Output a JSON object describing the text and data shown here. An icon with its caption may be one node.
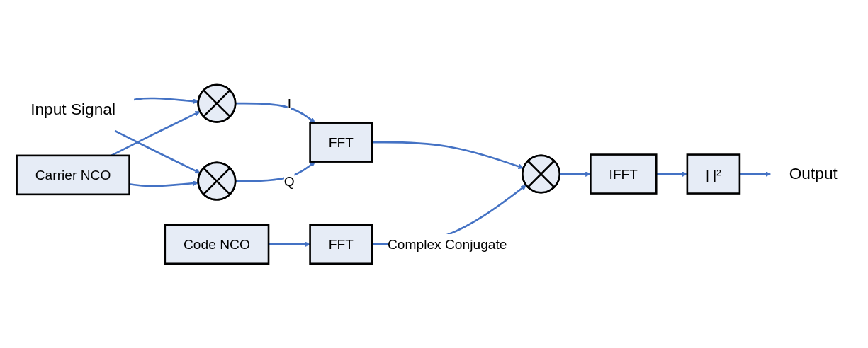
{
  "diagram": {
    "nodes": [
      {
        "text": [
          "Input Signal"
        ]
      },
      {
        "text": [],
        "shape": "circle"
      },
      {
        "text": [],
        "shape": "circle"
      },
      {
        "text": [
          "FFT"
        ]
      },
      {
        "text": [],
        "shape": "circle"
      },
      {
        "text": [
          "IFFT"
        ]
      },
      {
        "text": [
          "| |²"
        ]
      },
      {
        "text": [
          "Output"
        ]
      },
      {
        "text": [
          "FFT"
        ]
      },
      {
        "text": [
          "Carrier NCO"
        ]
      },
      {
        "text": [
          "Code NCO"
        ]
      }
    ],
    "edges": [
      {
        "from": 0,
        "to": 1,
        "arrow": "to"
      },
      {
        "from": 0,
        "to": 2,
        "arrow": "to"
      },
      {
        "from": 1,
        "to": 3,
        "label": "I",
        "arrow": "to"
      },
      {
        "from": 2,
        "to": 3,
        "label": "Q",
        "arrow": "to"
      },
      {
        "from": 9,
        "to": 1,
        "arrow": "to"
      },
      {
        "from": 9,
        "to": 2,
        "arrow": "to"
      },
      {
        "from": 3,
        "to": 4,
        "arrow": "to"
      },
      {
        "from": 8,
        "to": 4,
        "label": "Complex Conjugate",
        "arrow": "to"
      },
      {
        "from": 4,
        "to": 5,
        "arrow": "to"
      },
      {
        "from": 5,
        "to": 6,
        "arrow": "to"
      },
      {
        "from": 6,
        "to": 7,
        "arrow": "to"
      },
      {
        "from": 10,
        "to": 8,
        "arrow": "to"
      }
    ]
  }
}
